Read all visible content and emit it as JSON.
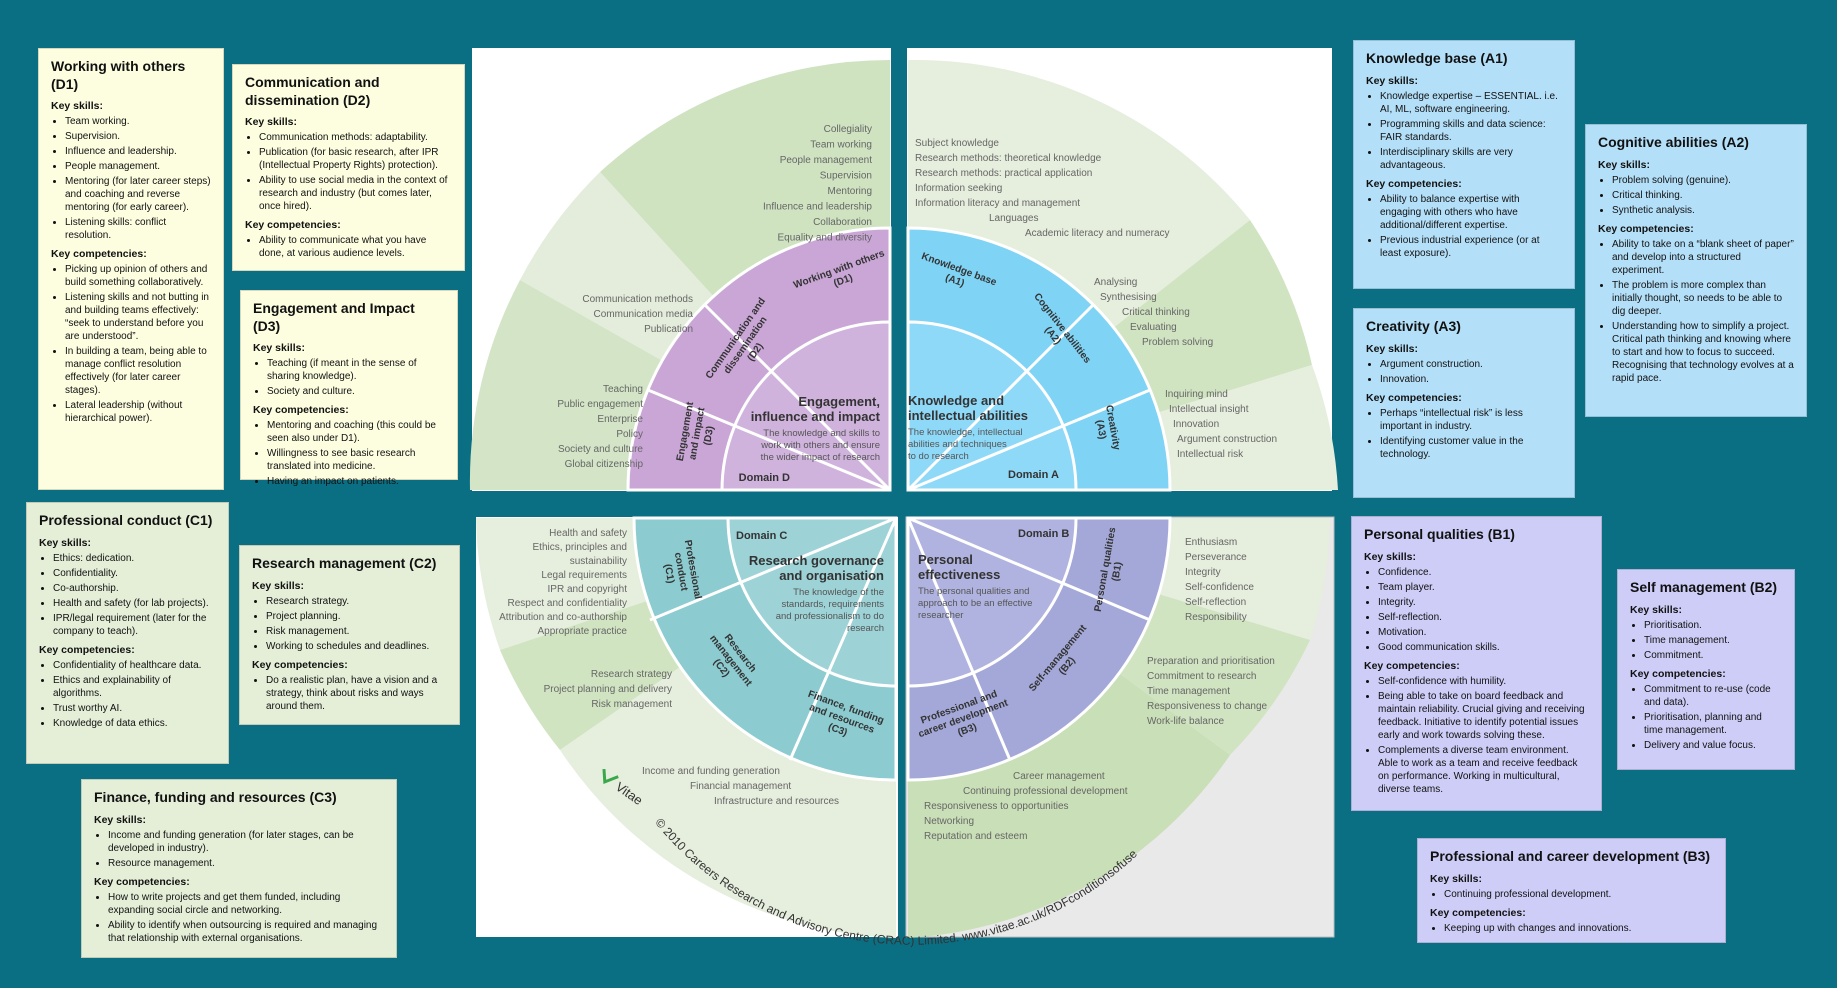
{
  "colors": {
    "background": "#0b6f84",
    "domainA": "#7fd3f5",
    "domainB": "#a4a8d8",
    "domainC": "#8ccbd0",
    "domainD": "#c9a6d6",
    "outerGreen": "#d7e8cc",
    "cardGreen": "#e5efd8",
    "cardYellow": "#fdfde0",
    "cardBlue": "#b4dff8",
    "cardPurple": "#cdcdf7"
  },
  "wheel": {
    "domainA": {
      "label": "Domain A",
      "title1": "Knowledge and",
      "title2": "intellectual abilities",
      "desc1": "The knowledge, intellectual",
      "desc2": "abilities and techniques",
      "desc3": "to do research"
    },
    "domainB": {
      "label": "Domain B",
      "title1": "Personal",
      "title2": "effectiveness",
      "desc1": "The personal qualities and",
      "desc2": "approach to be an effective",
      "desc3": "researcher"
    },
    "domainC": {
      "label": "Domain C",
      "title1": "Research governance",
      "title2": "and organisation",
      "desc1": "The knowledge of the",
      "desc2": "standards, requirements",
      "desc3": "and professionalism to do",
      "desc4": "research"
    },
    "domainD": {
      "label": "Domain D",
      "title1": "Engagement,",
      "title2": "influence and impact",
      "desc1": "The knowledge and skills to",
      "desc2": "work with others and ensure",
      "desc3": "the wider impact of research"
    },
    "sub": {
      "a1a": "Knowledge base",
      "a1b": "(A1)",
      "a2a": "Cognitive abilities",
      "a2b": "(A2)",
      "a3a": "Creativity",
      "a3b": "(A3)",
      "b1a": "Personal qualities",
      "b1b": "(B1)",
      "b2a": "Self-management",
      "b2b": "(B2)",
      "b3a": "Professional and",
      "b3b": "career development",
      "b3c": "(B3)",
      "c1a": "Professional",
      "c1b": "conduct",
      "c1c": "(C1)",
      "c2a": "Research",
      "c2b": "management",
      "c2c": "(C2)",
      "c3a": "Finance, funding",
      "c3b": "and resources",
      "c3c": "(C3)",
      "d1a": "Working with others",
      "d1b": "(D1)",
      "d2a": "Communication and",
      "d2b": "dissemination",
      "d2c": "(D2)",
      "d3a": "Engagement",
      "d3b": "and impact",
      "d3c": "(D3)"
    },
    "a1_items": [
      "Subject knowledge",
      "Research methods: theoretical knowledge",
      "Research methods: practical application",
      "Information seeking",
      "Information literacy and management",
      "Languages",
      "Academic literacy and numeracy"
    ],
    "a2_items": [
      "Analysing",
      "Synthesising",
      "Critical thinking",
      "Evaluating",
      "Problem solving"
    ],
    "a3_items": [
      "Inquiring mind",
      "Intellectual insight",
      "Innovation",
      "Argument construction",
      "Intellectual risk"
    ],
    "b1_items": [
      "Enthusiasm",
      "Perseverance",
      "Integrity",
      "Self-confidence",
      "Self-reflection",
      "Responsibility"
    ],
    "b2_items": [
      "Preparation and prioritisation",
      "Commitment to research",
      "Time management",
      "Responsiveness to change",
      "Work-life balance"
    ],
    "b3_items": [
      "Career management",
      "Continuing professional development",
      "Responsiveness to opportunities",
      "Networking",
      "Reputation and esteem"
    ],
    "c1_items": [
      "Health and safety",
      "Ethics, principles and",
      "sustainability",
      "Legal requirements",
      "IPR and copyright",
      "Respect and confidentiality",
      "Attribution and co-authorship",
      "Appropriate practice"
    ],
    "c2_items": [
      "Research strategy",
      "Project planning and delivery",
      "Risk management"
    ],
    "c3_items": [
      "Income and funding generation",
      "Financial management",
      "Infrastructure and resources"
    ],
    "d1_items": [
      "Collegiality",
      "Team working",
      "People management",
      "Supervision",
      "Mentoring",
      "Influence and leadership",
      "Collaboration",
      "Equality and diversity"
    ],
    "d2_items": [
      "Communication methods",
      "Communication media",
      "Publication"
    ],
    "d3_items": [
      "Teaching",
      "Public engagement",
      "Enterprise",
      "Policy",
      "Society and culture",
      "Global citizenship"
    ],
    "vitae": "Vitae",
    "copyright": "© 2010 Careers Research and Advisory Centre (CRAC) Limited. www.vitae.ac.uk/RDFconditionsofuse"
  },
  "cards": {
    "d1": {
      "title": "Working with others (D1)",
      "skills_label": "Key skills:",
      "skills": [
        "Team working.",
        "Supervision.",
        "Influence and leadership.",
        "People management.",
        "Mentoring (for later career steps) and coaching and reverse mentoring (for early career).",
        "Listening skills: conflict resolution."
      ],
      "comp_label": "Key competencies:",
      "comps": [
        "Picking up opinion of others and build something collaboratively.",
        "Listening skills and not butting in and building teams effectively: “seek to understand before you are understood”.",
        "In building a team, being able to manage conflict resolution effectively (for later career stages).",
        "Lateral leadership (without hierarchical power)."
      ]
    },
    "d2": {
      "title": "Communication and dissemination (D2)",
      "skills_label": "Key skills:",
      "skills": [
        "Communication methods: adaptability.",
        "Publication (for basic research, after IPR (Intellectual Property Rights) protection).",
        "Ability to use social media in the context of research and industry (but comes later, once hired)."
      ],
      "comp_label": "Key competencies:",
      "comps": [
        "Ability to communicate what you have done, at various audience levels."
      ]
    },
    "d3": {
      "title": "Engagement and Impact (D3)",
      "skills_label": "Key skills:",
      "skills": [
        "Teaching (if meant in the sense of sharing knowledge).",
        "Society and culture."
      ],
      "comp_label": "Key competencies:",
      "comps": [
        "Mentoring and coaching (this could be seen also under D1).",
        "Willingness to see basic research translated into medicine.",
        "Having an impact on patients."
      ]
    },
    "c1": {
      "title": "Professional conduct (C1)",
      "skills_label": "Key skills:",
      "skills": [
        "Ethics: dedication.",
        "Confidentiality.",
        "Co-authorship.",
        "Health and safety (for lab projects).",
        "IPR/legal requirement (later for the company to teach)."
      ],
      "comp_label": "Key competencies:",
      "comps": [
        "Confidentiality of healthcare data.",
        "Ethics and explainability of algorithms.",
        "Trust worthy AI.",
        "Knowledge of data ethics."
      ]
    },
    "c2": {
      "title": "Research management (C2)",
      "skills_label": "Key skills:",
      "skills": [
        "Research strategy.",
        "Project planning.",
        "Risk management.",
        "Working to schedules and deadlines."
      ],
      "comp_label": "Key competencies:",
      "comps": [
        "Do a realistic plan, have a vision and a strategy, think about risks and ways around them."
      ]
    },
    "c3": {
      "title": "Finance, funding and resources (C3)",
      "skills_label": "Key skills:",
      "skills": [
        "Income and funding generation (for later stages, can be developed in industry).",
        "Resource management."
      ],
      "comp_label": "Key competencies:",
      "comps": [
        "How to write projects and get them funded, including expanding social circle and networking.",
        "Ability to identify when outsourcing is required and managing that relationship with external organisations."
      ]
    },
    "a1": {
      "title": "Knowledge base (A1)",
      "skills_label": "Key skills:",
      "skills": [
        "Knowledge expertise – ESSENTIAL. i.e. AI, ML, software engineering.",
        "Programming skills and data science: FAIR standards.",
        "Interdisciplinary skills are very advantageous."
      ],
      "comp_label": "Key competencies:",
      "comps": [
        "Ability to balance expertise with engaging with others who have additional/different expertise.",
        "Previous industrial experience (or at least exposure)."
      ]
    },
    "a2": {
      "title": "Cognitive abilities (A2)",
      "skills_label": "Key skills:",
      "skills": [
        "Problem solving (genuine).",
        "Critical thinking.",
        "Synthetic analysis."
      ],
      "comp_label": "Key competencies:",
      "comps": [
        "Ability to take on a “blank sheet of paper” and develop into a structured experiment.",
        "The problem is more complex than initially thought, so needs to be able to dig deeper.",
        "Understanding how to simplify a project. Critical path thinking and knowing where to start and how to focus to succeed. Recognising that technology evolves at a rapid pace."
      ]
    },
    "a3": {
      "title": "Creativity (A3)",
      "skills_label": "Key skills:",
      "skills": [
        "Argument construction.",
        "Innovation."
      ],
      "comp_label": "Key competencies:",
      "comps": [
        "Perhaps “intellectual risk” is less important in industry.",
        "Identifying customer value in the technology."
      ]
    },
    "b1": {
      "title": "Personal qualities (B1)",
      "skills_label": "Key skills:",
      "skills": [
        "Confidence.",
        "Team player.",
        "Integrity.",
        "Self-reflection.",
        "Motivation.",
        "Good communication skills."
      ],
      "comp_label": "Key competencies:",
      "comps": [
        "Self-confidence with humility.",
        "Being able to take on board feedback and maintain reliability. Crucial giving and receiving feedback. Initiative to identify potential issues early and work towards solving these.",
        "Complements a diverse team environment. Able to work as a team and receive feedback on performance. Working in multicultural, diverse teams."
      ]
    },
    "b2": {
      "title": "Self management (B2)",
      "skills_label": "Key skills:",
      "skills": [
        "Prioritisation.",
        "Time management.",
        "Commitment."
      ],
      "comp_label": "Key competencies:",
      "comps": [
        "Commitment to re-use (code and data).",
        "Prioritisation, planning and time management.",
        "Delivery and value focus."
      ]
    },
    "b3": {
      "title": "Professional and career development (B3)",
      "skills_label": "Key skills:",
      "skills": [
        "Continuing professional development."
      ],
      "comp_label": "Key competencies:",
      "comps": [
        "Keeping up with changes and innovations."
      ]
    }
  }
}
